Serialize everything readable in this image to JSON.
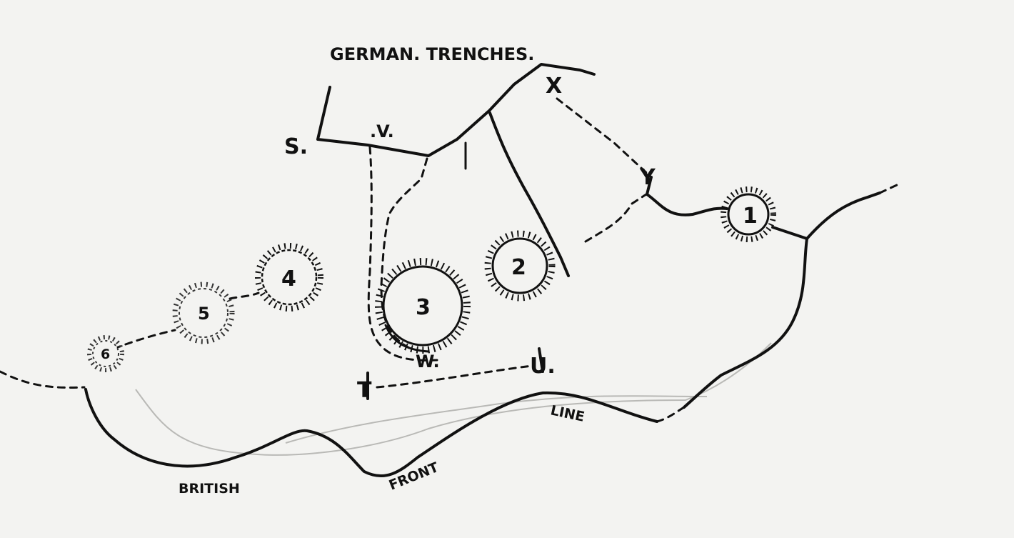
{
  "labels": {
    "german_trenches": "GERMAN. TRENCHES.",
    "british": "BRITISH",
    "front": "FRONT",
    "line": "LINE",
    "s": "S.",
    "v": ".V.",
    "x": "X",
    "y": "Y",
    "t": "T",
    "u": "U.",
    "w": "W."
  },
  "craters": [
    {
      "id": "crater-1",
      "label": "1"
    },
    {
      "id": "crater-2",
      "label": "2"
    },
    {
      "id": "crater-3",
      "label": "3"
    },
    {
      "id": "crater-4",
      "label": "4"
    },
    {
      "id": "crater-5",
      "label": "5"
    },
    {
      "id": "crater-6",
      "label": "6"
    }
  ],
  "colors": {
    "ink": "#111111",
    "paper": "#f3f3f1",
    "faint": "#b9b9b6"
  }
}
